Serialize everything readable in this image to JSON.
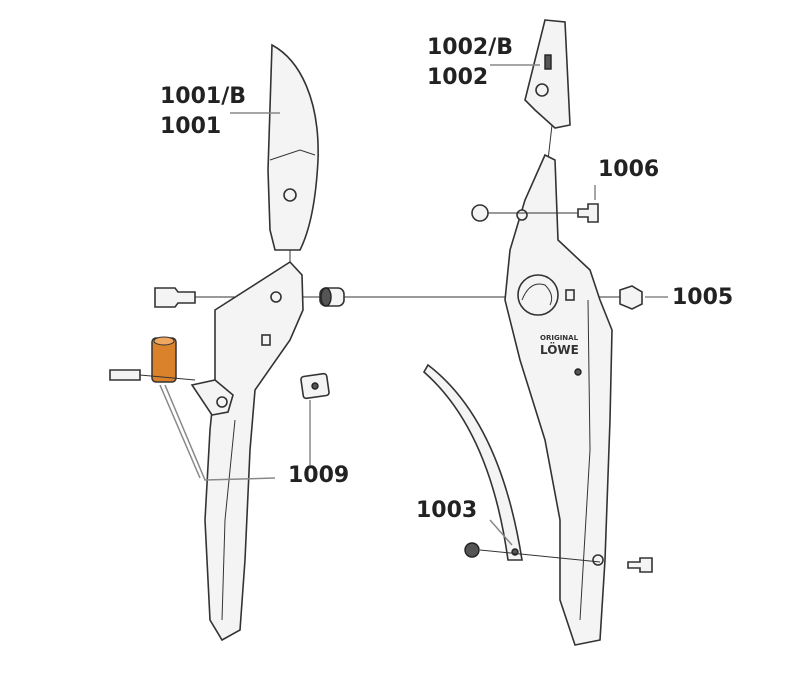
{
  "labels": {
    "p1001b": "1001/B",
    "p1001": "1001",
    "p1002b": "1002/B",
    "p1002": "1002",
    "p1006": "1006",
    "p1005": "1005",
    "p1009": "1009",
    "p1003": "1003"
  },
  "logo": {
    "top": "ORIGINAL",
    "bottom": "LÖWE"
  },
  "colors": {
    "accent": "#d9822b"
  }
}
